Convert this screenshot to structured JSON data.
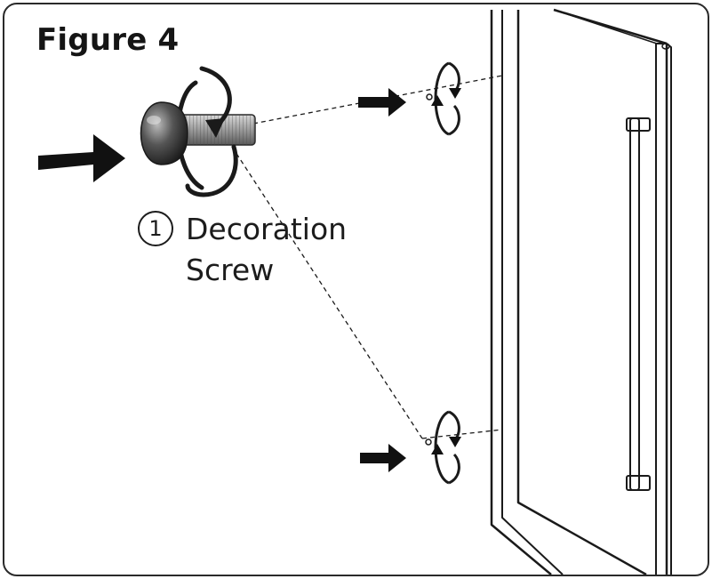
{
  "figure": {
    "title": "Figure 4"
  },
  "label": {
    "number": "1",
    "line1": "Decoration",
    "line2": "Screw"
  },
  "colors": {
    "ink": "#1a1a1a",
    "screw_head": "#3a3a3a",
    "thread": "#8a8a8a"
  }
}
